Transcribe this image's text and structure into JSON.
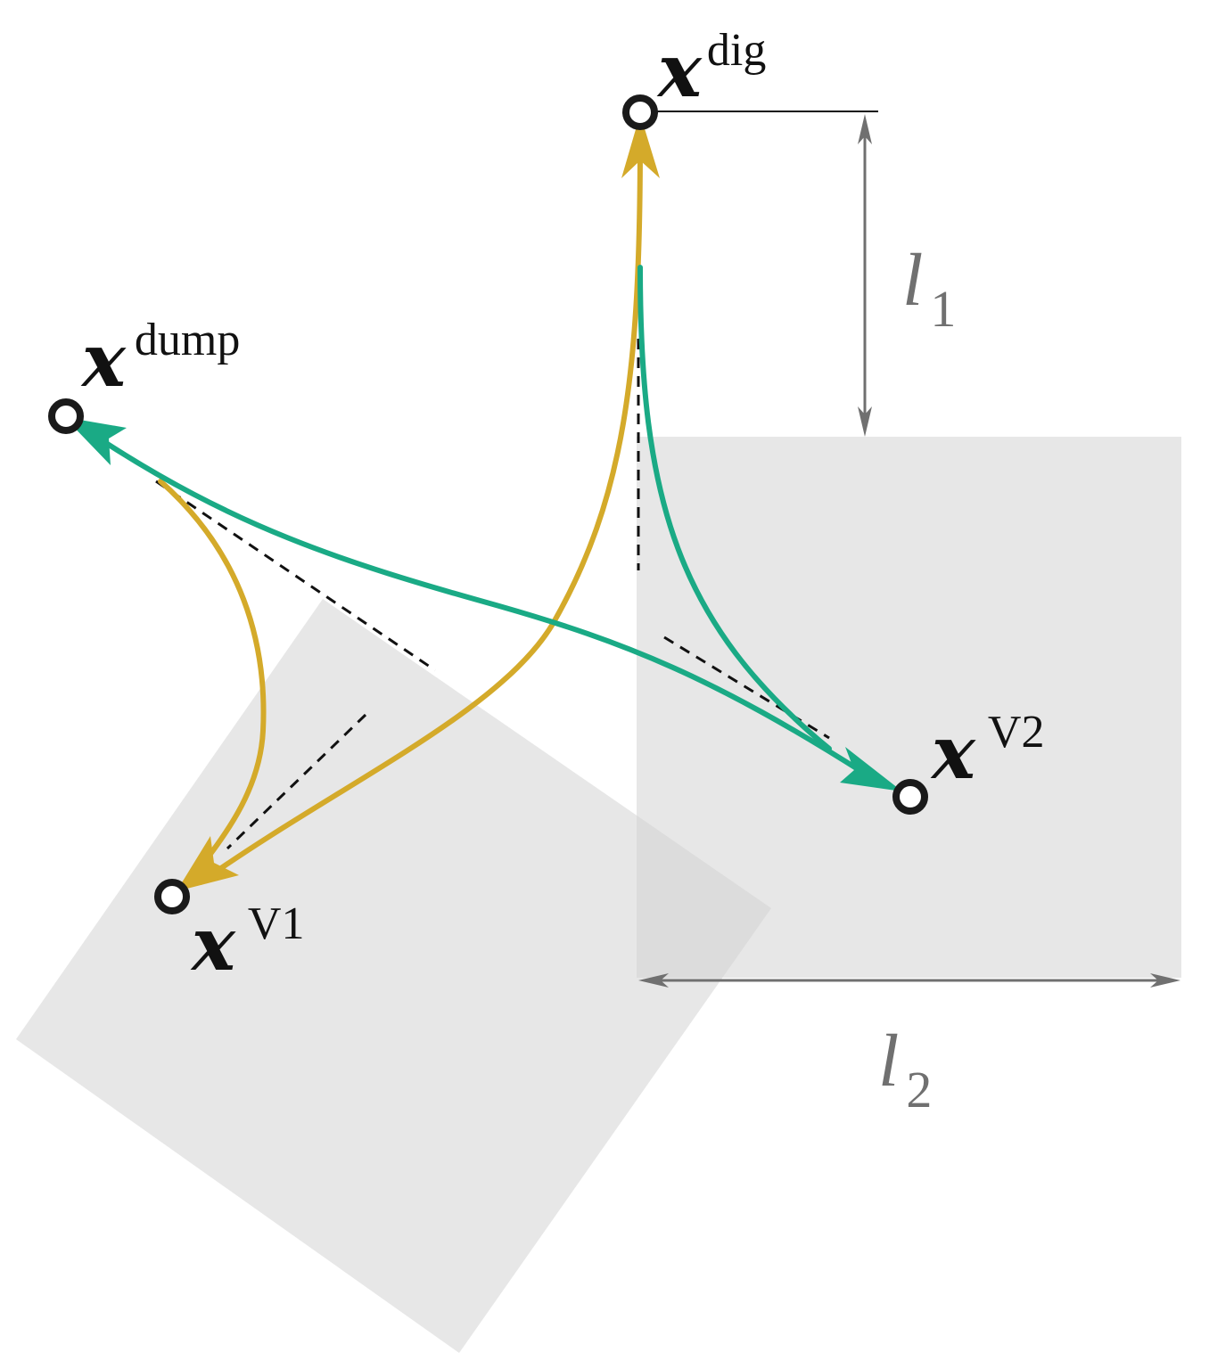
{
  "points": {
    "dig": {
      "symbol": "x",
      "superscript": "dig"
    },
    "dump": {
      "symbol": "x",
      "superscript": "dump"
    },
    "v1": {
      "symbol": "x",
      "superscript": "V1"
    },
    "v2": {
      "symbol": "x",
      "superscript": "V2"
    }
  },
  "dimensions": {
    "l1": {
      "symbol": "l",
      "subscript": "1"
    },
    "l2": {
      "symbol": "l",
      "subscript": "2"
    }
  },
  "colors": {
    "trajectory_gold": "#D4AA2A",
    "trajectory_teal": "#1AAA85",
    "region_fill": "#D3D3D3",
    "point_stroke": "#1a1a1a",
    "dimension_gray": "#707070",
    "tangent_line": "#111111"
  }
}
